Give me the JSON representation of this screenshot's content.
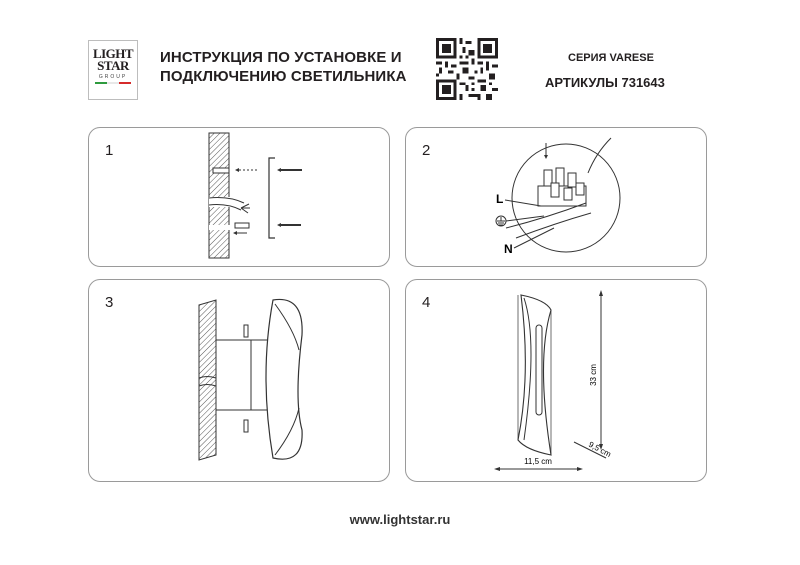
{
  "header": {
    "logo": {
      "line1": "LIGHT",
      "line2": "STAR",
      "line3": "GROUP",
      "flag_colors": [
        "#2e9b3e",
        "#e8e8e8",
        "#d62b2b"
      ]
    },
    "title_line1": "ИНСТРУКЦИЯ ПО УСТАНОВКЕ И",
    "title_line2": "ПОДКЛЮЧЕНИЮ СВЕТИЛЬНИКА",
    "qr_icon": "qr-code",
    "series": "СЕРИЯ VARESE",
    "article": "АРТИКУЛЫ 731643"
  },
  "steps": [
    {
      "number": "1",
      "description": "wall-mounting-bracket-installation"
    },
    {
      "number": "2",
      "description": "wire-connection-terminal-block",
      "labels": {
        "live": "L",
        "ground": "⏚",
        "neutral": "N"
      }
    },
    {
      "number": "3",
      "description": "fixture-attachment-to-bracket"
    },
    {
      "number": "4",
      "description": "dimensions",
      "dims": {
        "height": "33 cm",
        "width": "11,5 cm",
        "depth": "9,5 cm"
      }
    }
  ],
  "footer": {
    "website": "www.lightstar.ru"
  },
  "colors": {
    "text": "#231f20",
    "border": "#9a9a9a"
  }
}
